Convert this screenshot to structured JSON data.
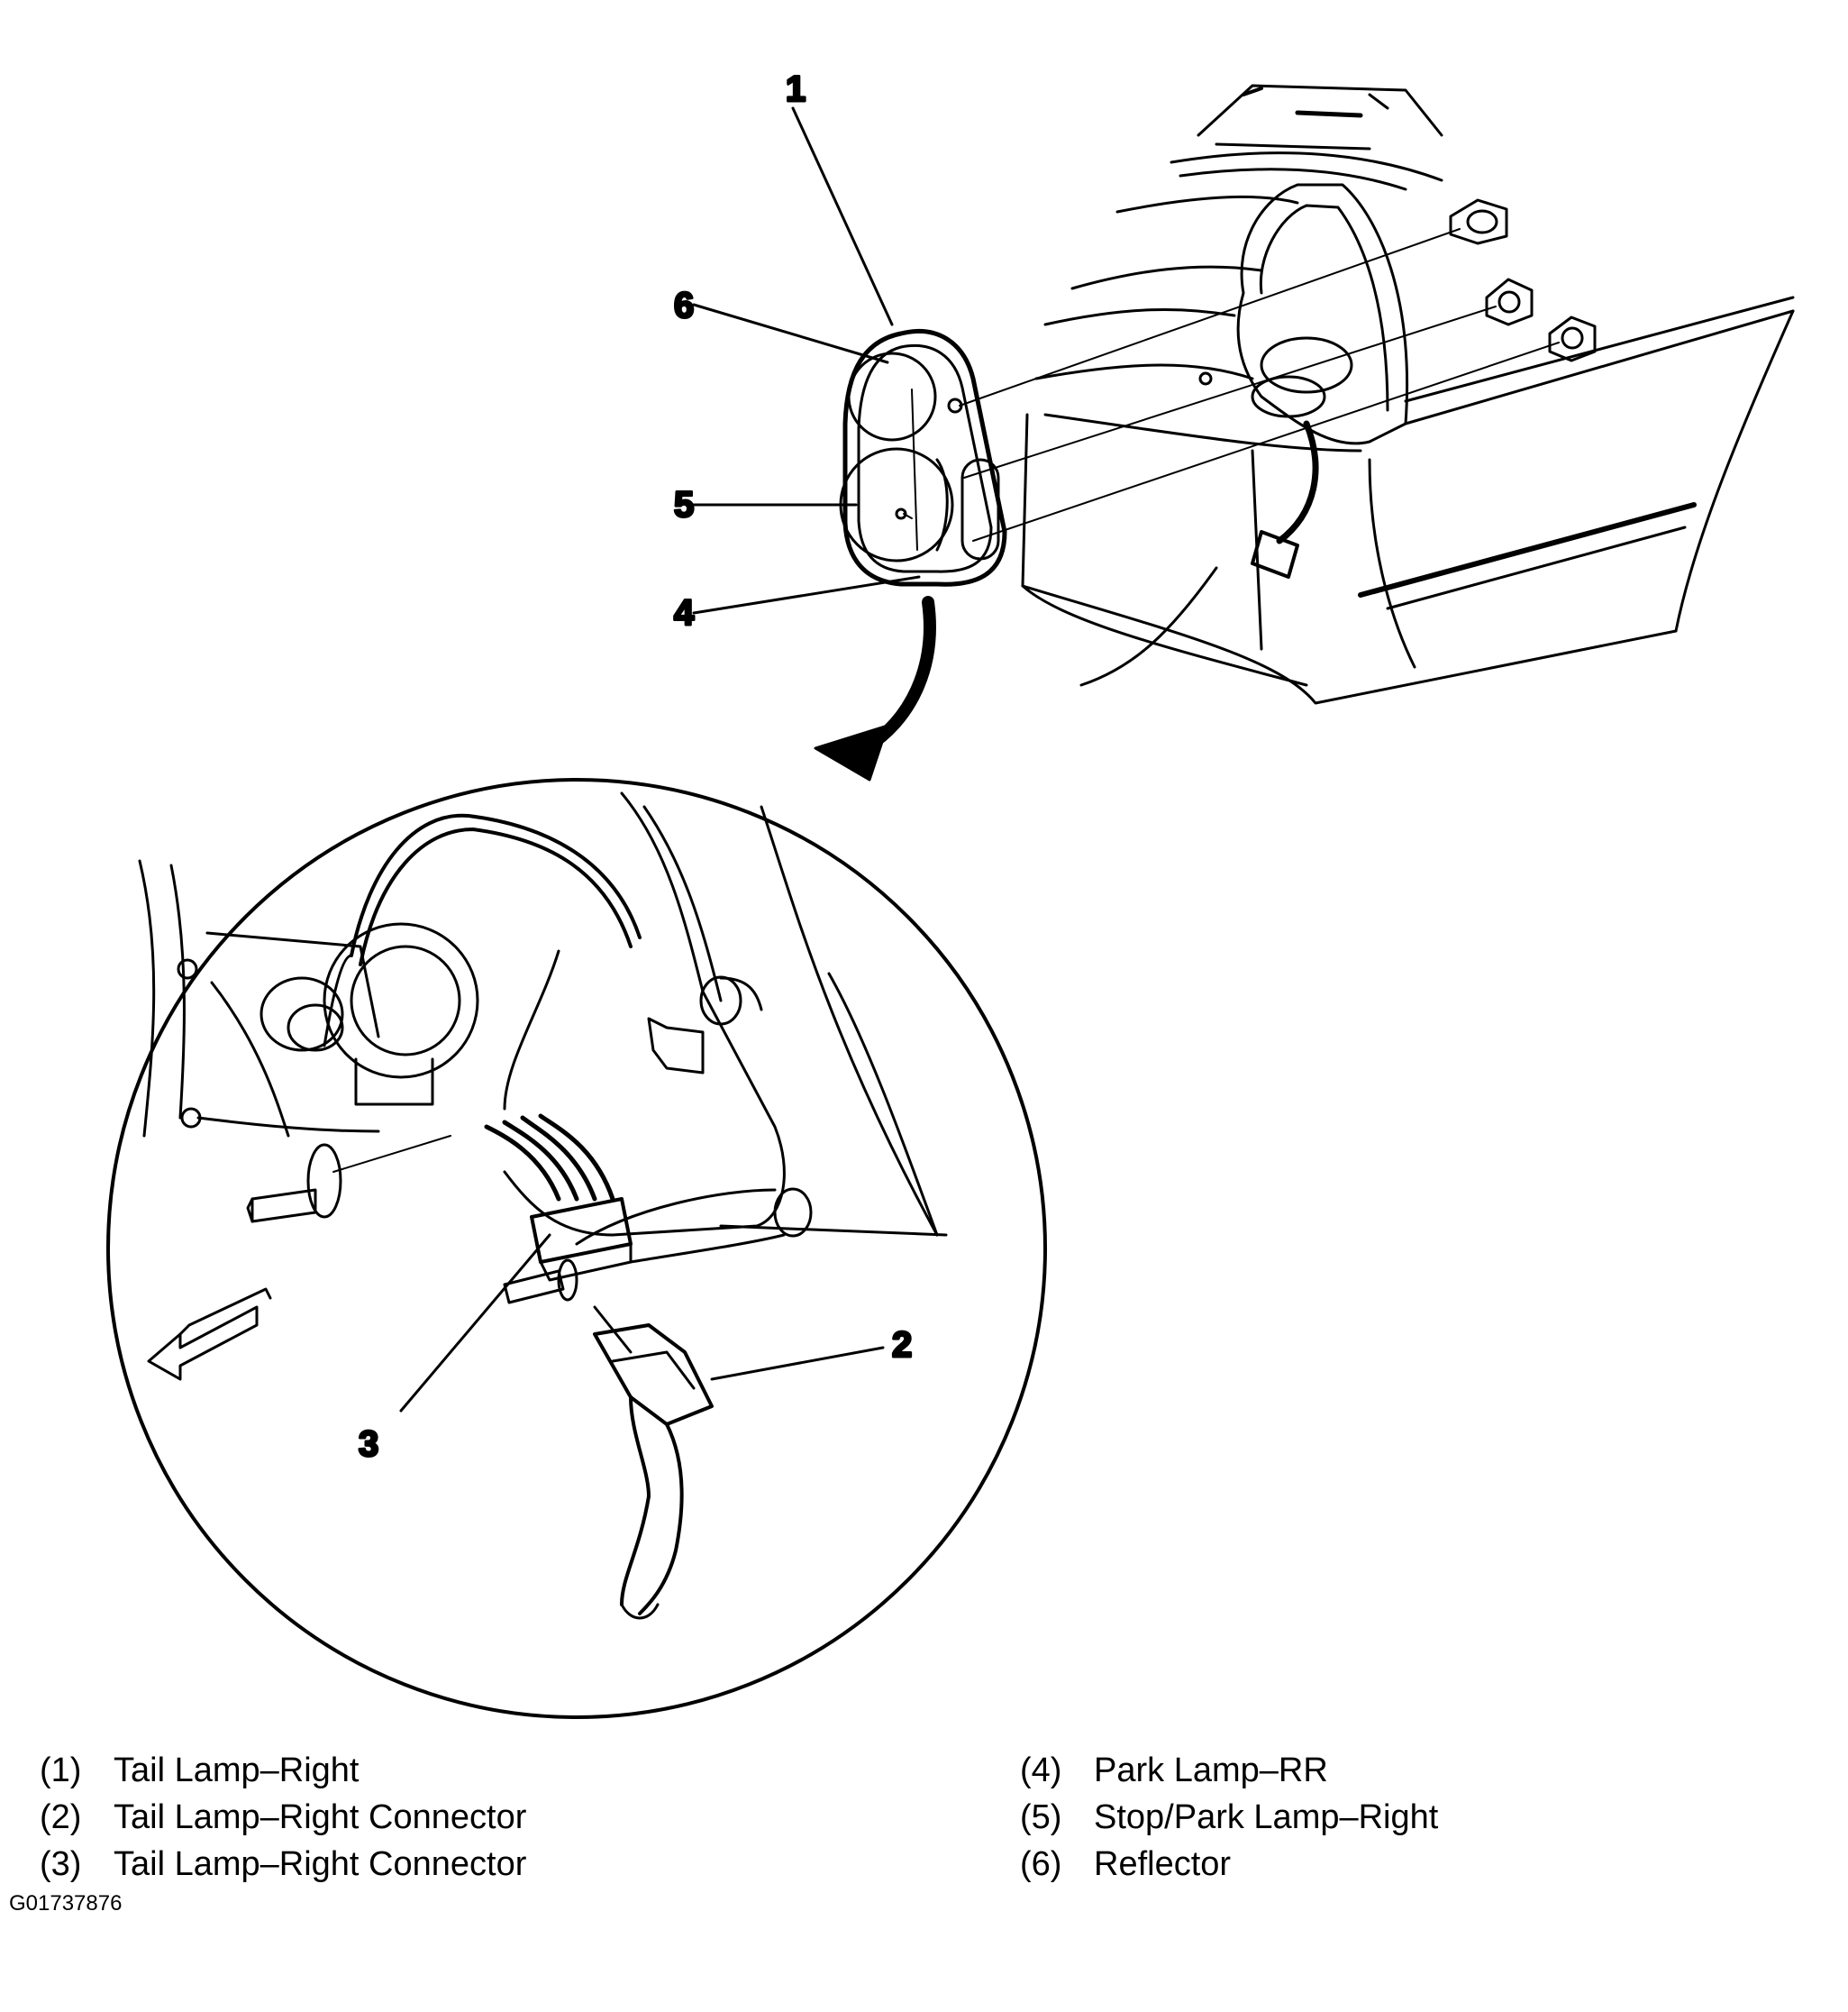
{
  "callouts": [
    "1",
    "2",
    "3",
    "4",
    "5",
    "6"
  ],
  "legend": {
    "left": [
      {
        "num": "(1)",
        "text": "Tail Lamp–Right"
      },
      {
        "num": "(2)",
        "text": "Tail Lamp–Right Connector"
      },
      {
        "num": "(3)",
        "text": "Tail Lamp–Right Connector"
      }
    ],
    "right": [
      {
        "num": "(4)",
        "text": "Park Lamp–RR"
      },
      {
        "num": "(5)",
        "text": "Stop/Park Lamp–Right"
      },
      {
        "num": "(6)",
        "text": "Reflector"
      }
    ]
  },
  "figure_id": "G01737876",
  "colors": {
    "ink": "#000000",
    "background": "#ffffff"
  }
}
